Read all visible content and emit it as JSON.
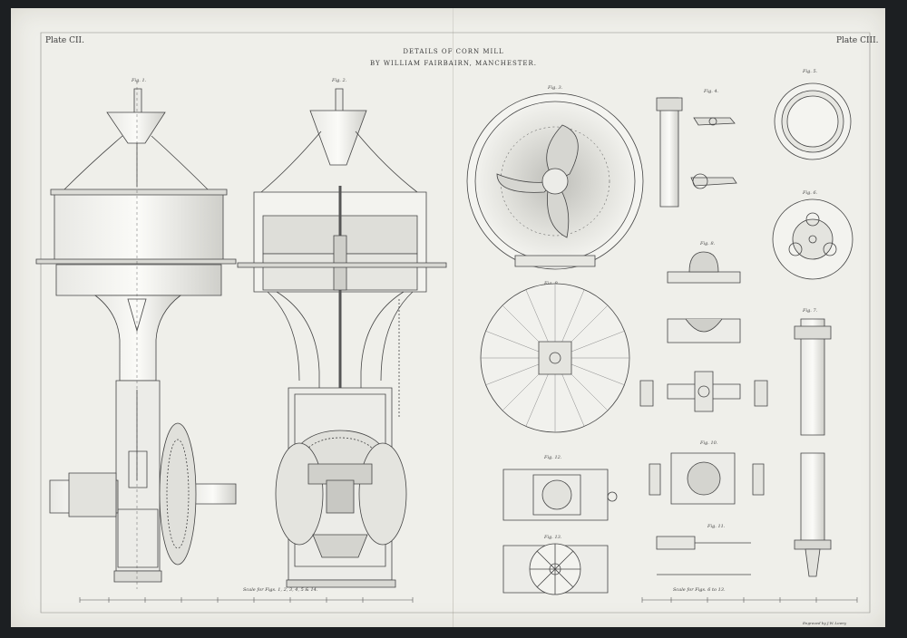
{
  "plate": {
    "left": "Plate CII.",
    "right": "Plate CIII."
  },
  "title": "DETAILS OF CORN MILL",
  "subtitle": "BY WILLIAM FAIRBAIRN, MANCHESTER.",
  "scales": {
    "left": "Scale for Figs. 1, 2, 3, 4, 5 & 14.",
    "right": "Scale for Figs. 6 to 13."
  },
  "engraver": "Engraved by J.W. Lowry",
  "figures": [
    "Fig. 1.",
    "Fig. 2.",
    "Fig. 3.",
    "Fig. 4.",
    "Fig. 5.",
    "Fig. 6.",
    "Fig. 7.",
    "Fig. 8.",
    "Fig. 9.",
    "Fig. 10.",
    "Fig. 11.",
    "Fig. 12.",
    "Fig. 13."
  ],
  "colors": {
    "paper": "#efefea",
    "ink": "#3a3a3a",
    "background": "#1c1f22"
  }
}
